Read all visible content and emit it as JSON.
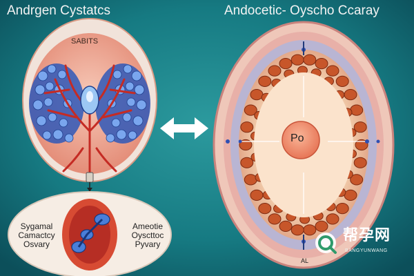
{
  "titles": {
    "left": "Andrgen Cystatcs",
    "right": "Andocetic- Oyscho Ccaray"
  },
  "labels": {
    "sabits": "SABITS",
    "center_circle": "Po",
    "bottom_right": "AL",
    "lower_left_text": [
      "Sygamal",
      "Camactcy",
      "Osvary"
    ],
    "lower_right_text": [
      "Ameotie",
      "Oyscttoc",
      "Pyvary"
    ]
  },
  "watermark": {
    "chinese": "帮孕网",
    "english": "BANGYUNWANG"
  },
  "colors": {
    "background_teal": "#12707a",
    "organ_pink": "#e89a86",
    "vessel_red": "#c9322b",
    "follicle_blue": "#3f7be0",
    "follicle_orange": "#c7562a",
    "ovary_cream": "#f6dcc2"
  }
}
